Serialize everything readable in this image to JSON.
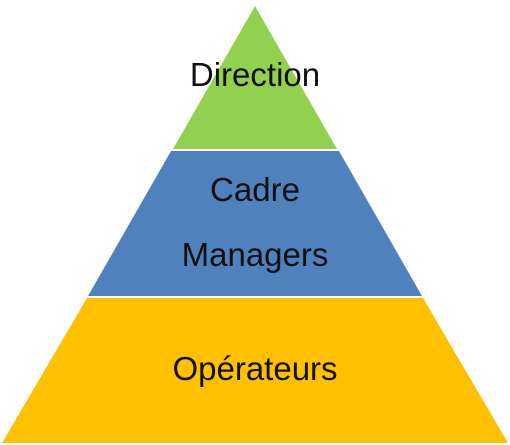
{
  "pyramid": {
    "tiers": [
      {
        "name": "top",
        "lines": [
          "Direction"
        ],
        "color": "#92D050"
      },
      {
        "name": "middle",
        "lines": [
          "Cadre",
          "Managers"
        ],
        "color": "#4F81BD"
      },
      {
        "name": "bottom",
        "lines": [
          "Opérateurs"
        ],
        "color": "#FFC000"
      }
    ],
    "separator_color": "#ffffff"
  }
}
